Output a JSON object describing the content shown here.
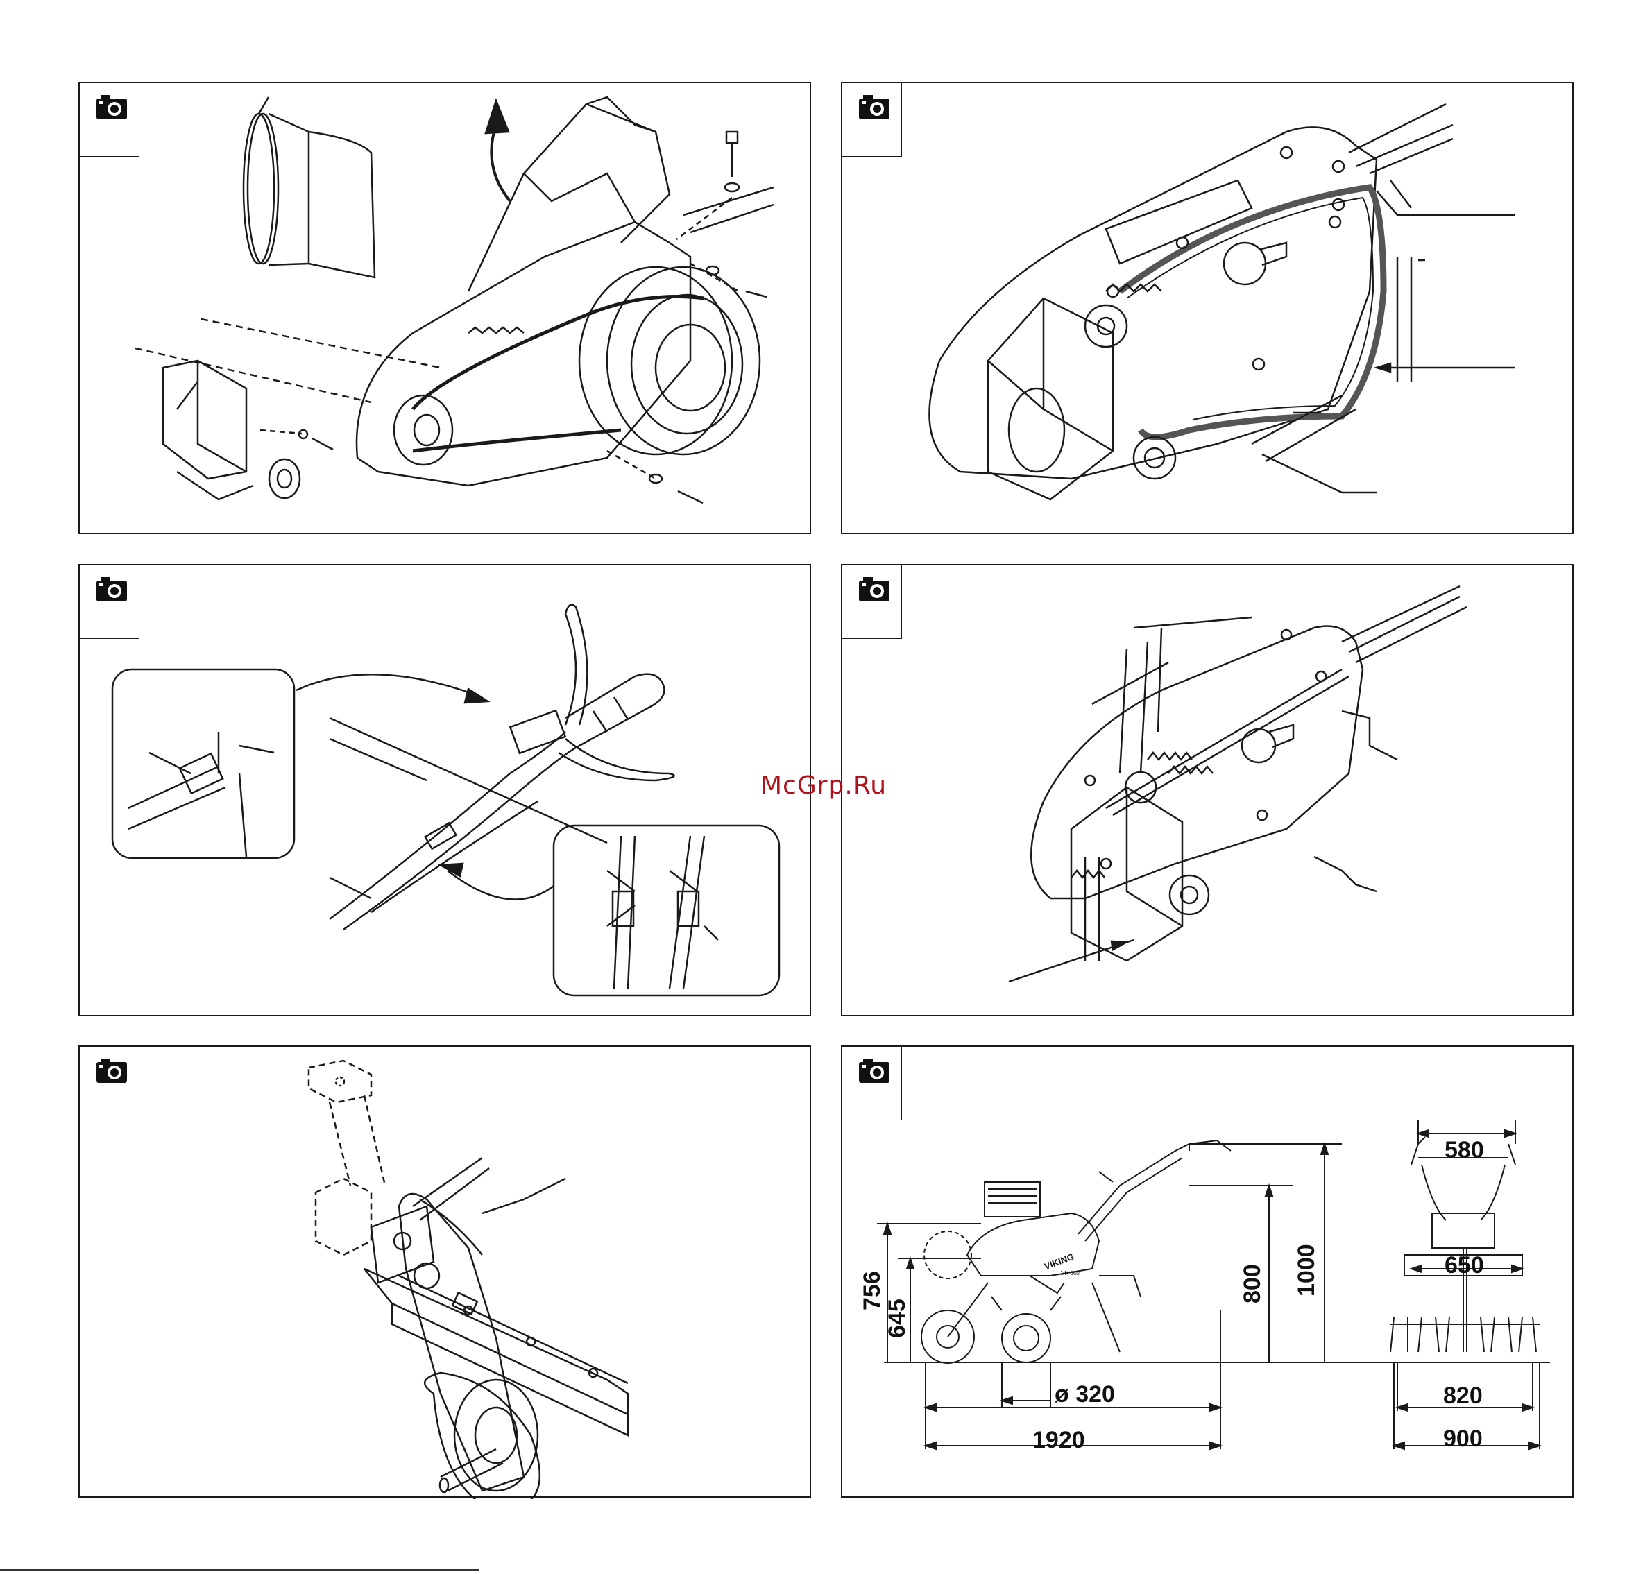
{
  "watermark": "McGrp.Ru",
  "icons": {
    "panel_icon": "camera-icon"
  },
  "panels": [
    {
      "id": "belt-cover-removal"
    },
    {
      "id": "belt-tension-adjustment"
    },
    {
      "id": "handlebar-cable-adjustment"
    },
    {
      "id": "clutch-spring-adjustment"
    },
    {
      "id": "handlebar-mounting"
    },
    {
      "id": "dimensions"
    }
  ],
  "dimensions": {
    "width_top": "580",
    "width_hood": "650",
    "width_tines": "820",
    "width_total": "900",
    "height_756": "756",
    "height_645": "645",
    "height_800": "800",
    "height_1000": "1000",
    "tine_diameter": "ø 320",
    "length_total": "1920",
    "brand_label": "VIKING",
    "model_label": "VH 660"
  },
  "colors": {
    "line": "#1a1a1a",
    "watermark": "#b0121b"
  }
}
